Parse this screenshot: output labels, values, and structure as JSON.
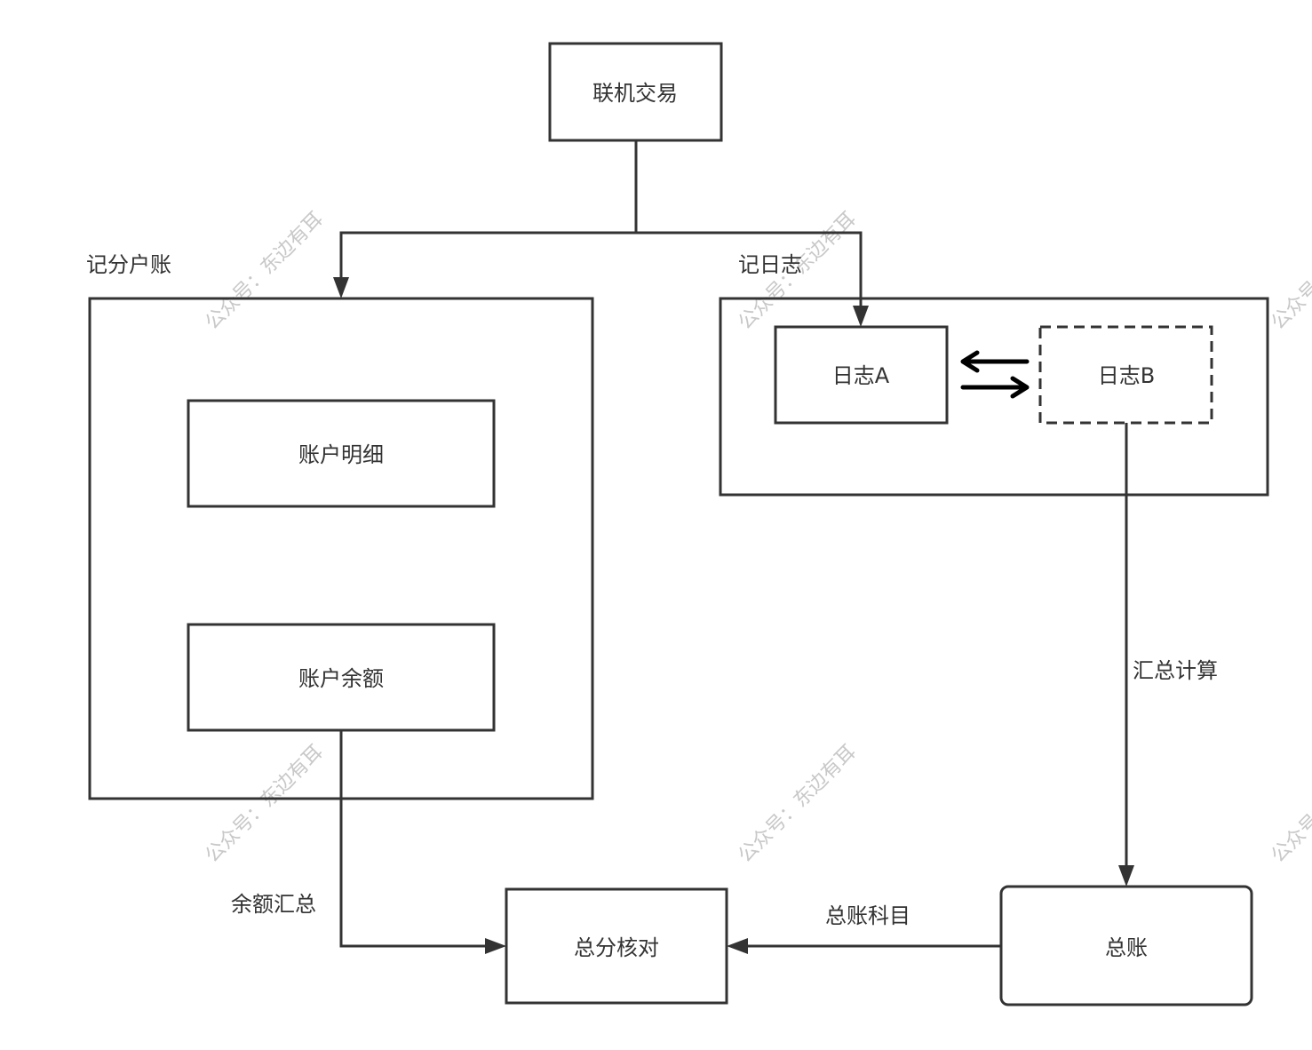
{
  "nodes": {
    "online_trade": "联机交易",
    "account_detail": "账户明细",
    "account_balance": "账户余额",
    "log_a": "日志A",
    "log_b": "日志B",
    "reconcile": "总分核对",
    "general_ledger": "总账"
  },
  "groups": {
    "account_posting": "记分户账",
    "journal": "记日志"
  },
  "edges": {
    "balance_summary": "余额汇总",
    "summary_calc": "汇总计算",
    "ledger_subject": "总账科目"
  },
  "watermark": "公众号：东边有耳"
}
